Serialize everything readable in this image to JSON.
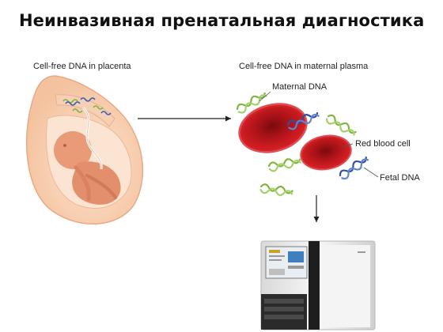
{
  "slide": {
    "title": "Неинвазивная пренатальная диагностика"
  },
  "labels": {
    "placenta": "Cell-free DNA in placenta",
    "plasma": "Cell-free DNA in maternal plasma",
    "maternal_dna": "Maternal DNA",
    "red_blood_cell": "Red blood cell",
    "fetal_dna": "Fetal DNA"
  },
  "colors": {
    "maternal_dna": "#7fb53a",
    "fetal_dna": "#3a5fb0",
    "red_blood_cell": "#c4161c",
    "placenta": "#f2b98c",
    "fetus": "#e38f6c",
    "arrow": "#222222"
  },
  "icons": {
    "sequencer": "sequencer-machine-icon"
  }
}
